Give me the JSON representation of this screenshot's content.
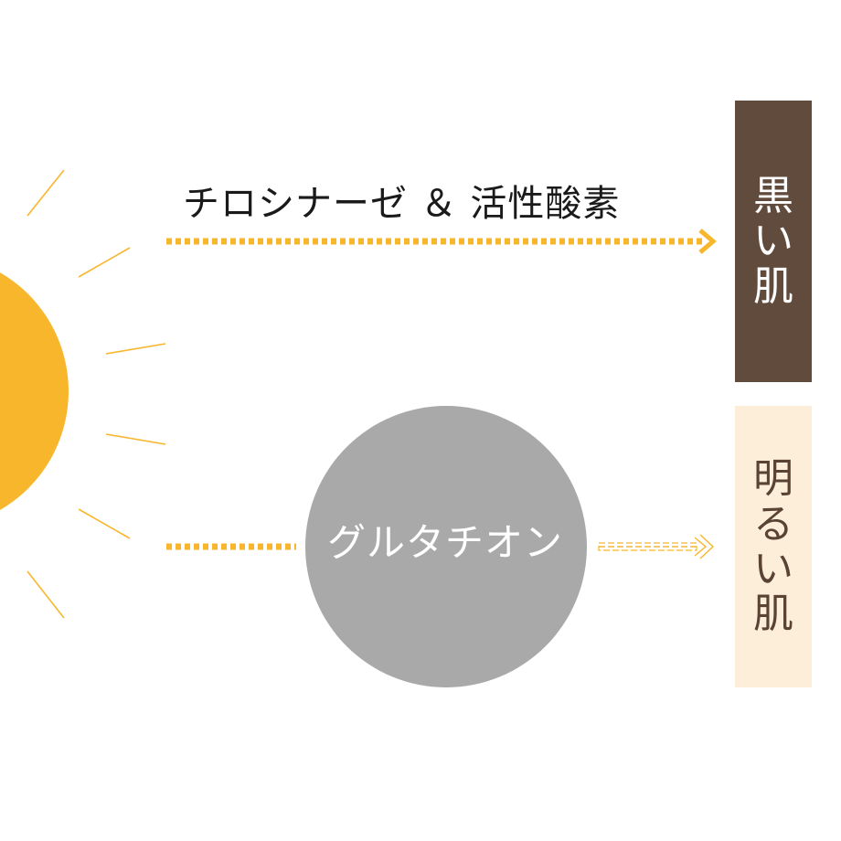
{
  "colors": {
    "sun": "#f8b62d",
    "sun_ray": "#f8b62d",
    "arrow": "#f8b62d",
    "circle": "#aaa9aa",
    "dark_skin": "#614b3c",
    "light_skin": "#fdeed9",
    "light_skin_text": "#5a4334"
  },
  "top_arrow": {
    "label": "チロシナーゼ ＆ 活性酸素"
  },
  "circle": {
    "label": "グルタチオン"
  },
  "dark_box": {
    "chars": [
      "黒",
      "い",
      "肌"
    ]
  },
  "light_box": {
    "chars": [
      "明",
      "る",
      "い",
      "肌"
    ]
  }
}
